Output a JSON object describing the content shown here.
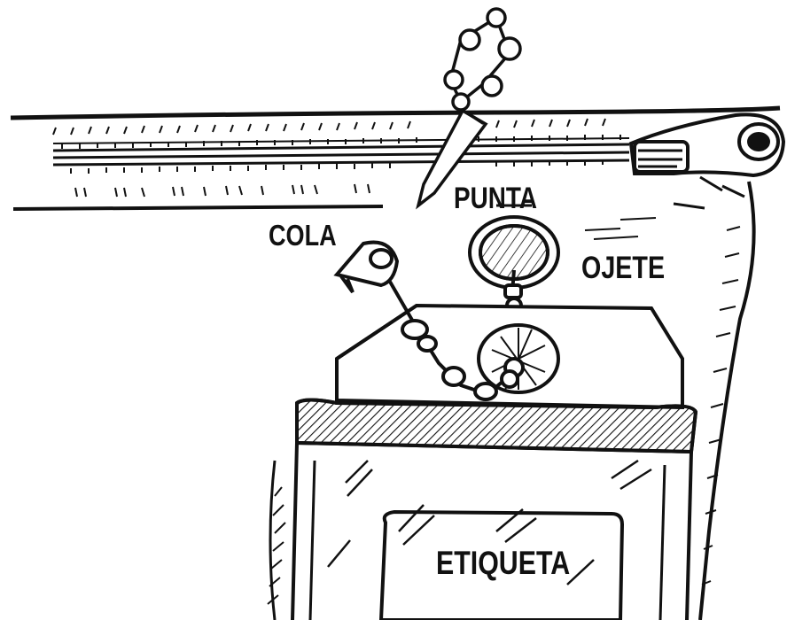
{
  "labels": {
    "punta": "PUNTA",
    "cola": "COLA",
    "ojete": "OJETE",
    "etiqueta": "ETIQUETA"
  },
  "colors": {
    "ink": "#111111",
    "paper": "#ffffff"
  }
}
